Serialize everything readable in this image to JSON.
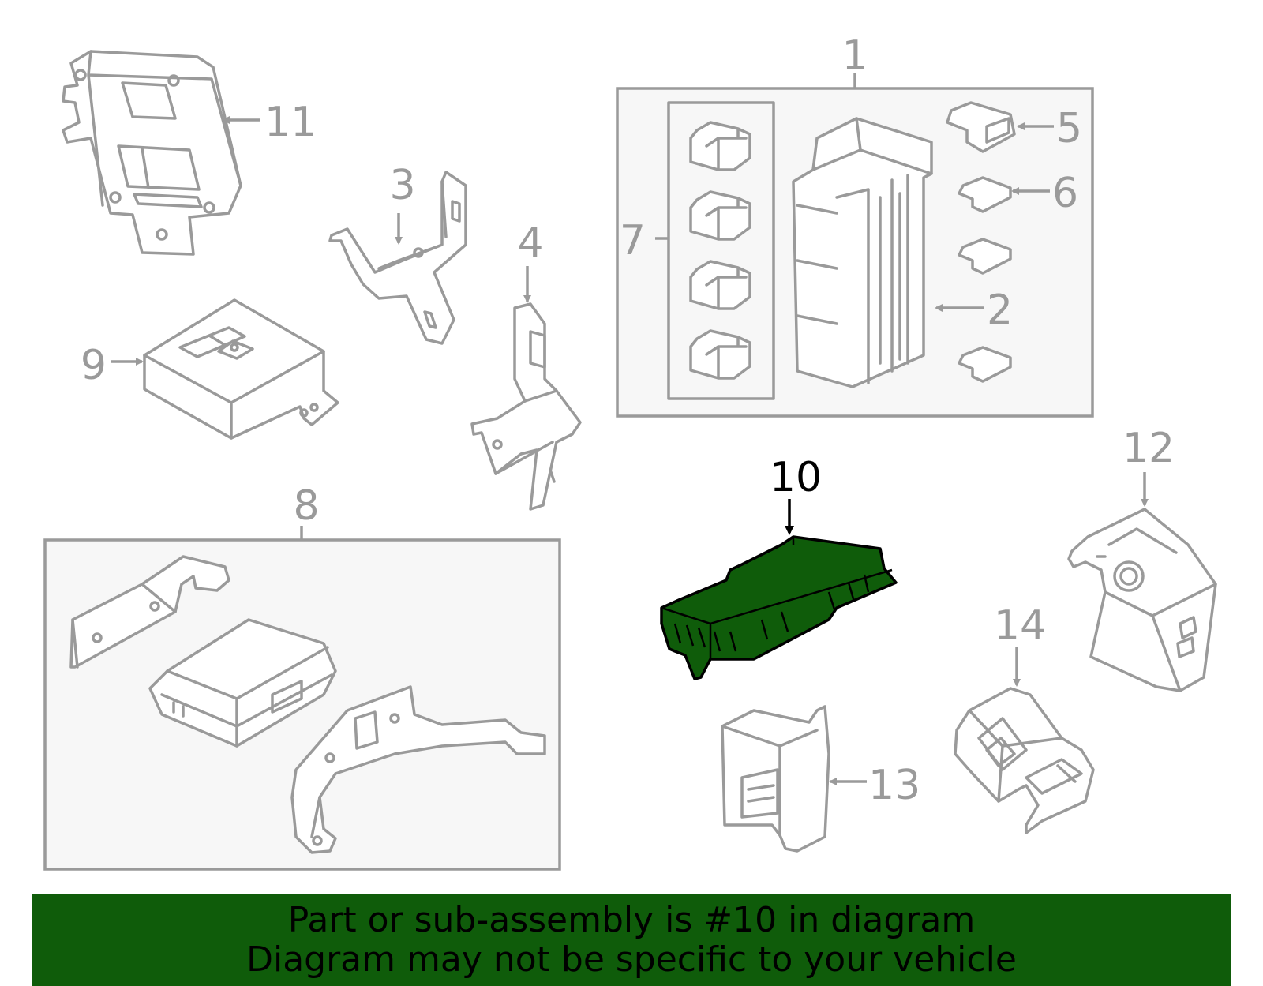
{
  "callouts": {
    "c1": "1",
    "c2": "2",
    "c3": "3",
    "c4": "4",
    "c5": "5",
    "c6": "6",
    "c7": "7",
    "c8": "8",
    "c9": "9",
    "c10": "10",
    "c11": "11",
    "c12": "12",
    "c13": "13",
    "c14": "14"
  },
  "banner": {
    "line1": "Part or sub-assembly is #10 in diagram",
    "line2": "Diagram may not be specific to your vehicle"
  },
  "colors": {
    "highlight": "#0f5c0a",
    "line": "#9a9a9a"
  },
  "highlighted_part": "10"
}
